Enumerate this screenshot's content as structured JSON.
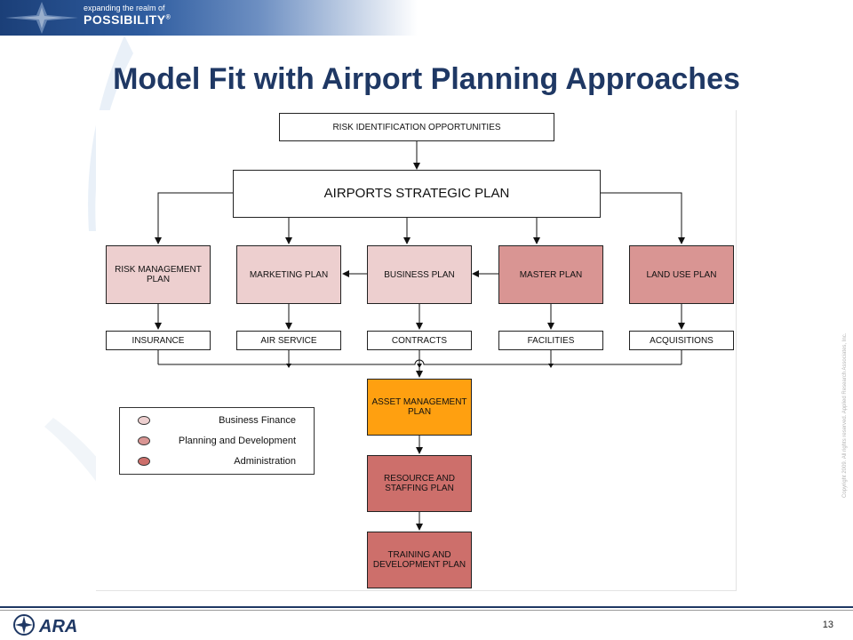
{
  "banner": {
    "tagline": "expanding the realm of",
    "word": "POSSIBILITY",
    "registered": "®"
  },
  "title": "Model Fit with Airport Planning Approaches",
  "diagram": {
    "top": "RISK IDENTIFICATION OPPORTUNITIES",
    "strategic": "AIRPORTS STRATEGIC PLAN",
    "plans": [
      "RISK MANAGEMENT PLAN",
      "MARKETING PLAN",
      "BUSINESS PLAN",
      "MASTER PLAN",
      "LAND USE PLAN"
    ],
    "outputs": [
      "INSURANCE",
      "AIR SERVICE",
      "CONTRACTS",
      "FACILITIES",
      "ACQUISITIONS"
    ],
    "asset": "ASSET MANAGEMENT PLAN",
    "resource": "RESOURCE AND STAFFING PLAN",
    "training": "TRAINING AND DEVELOPMENT PLAN",
    "colors": {
      "business_finance": "#edcfcf",
      "planning_development": "#d99593",
      "administration": "#cd6f6b",
      "asset": "#ffa010"
    }
  },
  "legend": {
    "items": [
      "Business Finance",
      "Planning and Development",
      "Administration"
    ]
  },
  "copyright": "Copyright 2009. All rights reserved. Applied Research Associates, Inc.",
  "footer": {
    "logo_text": "ARA",
    "page_number": "13"
  }
}
